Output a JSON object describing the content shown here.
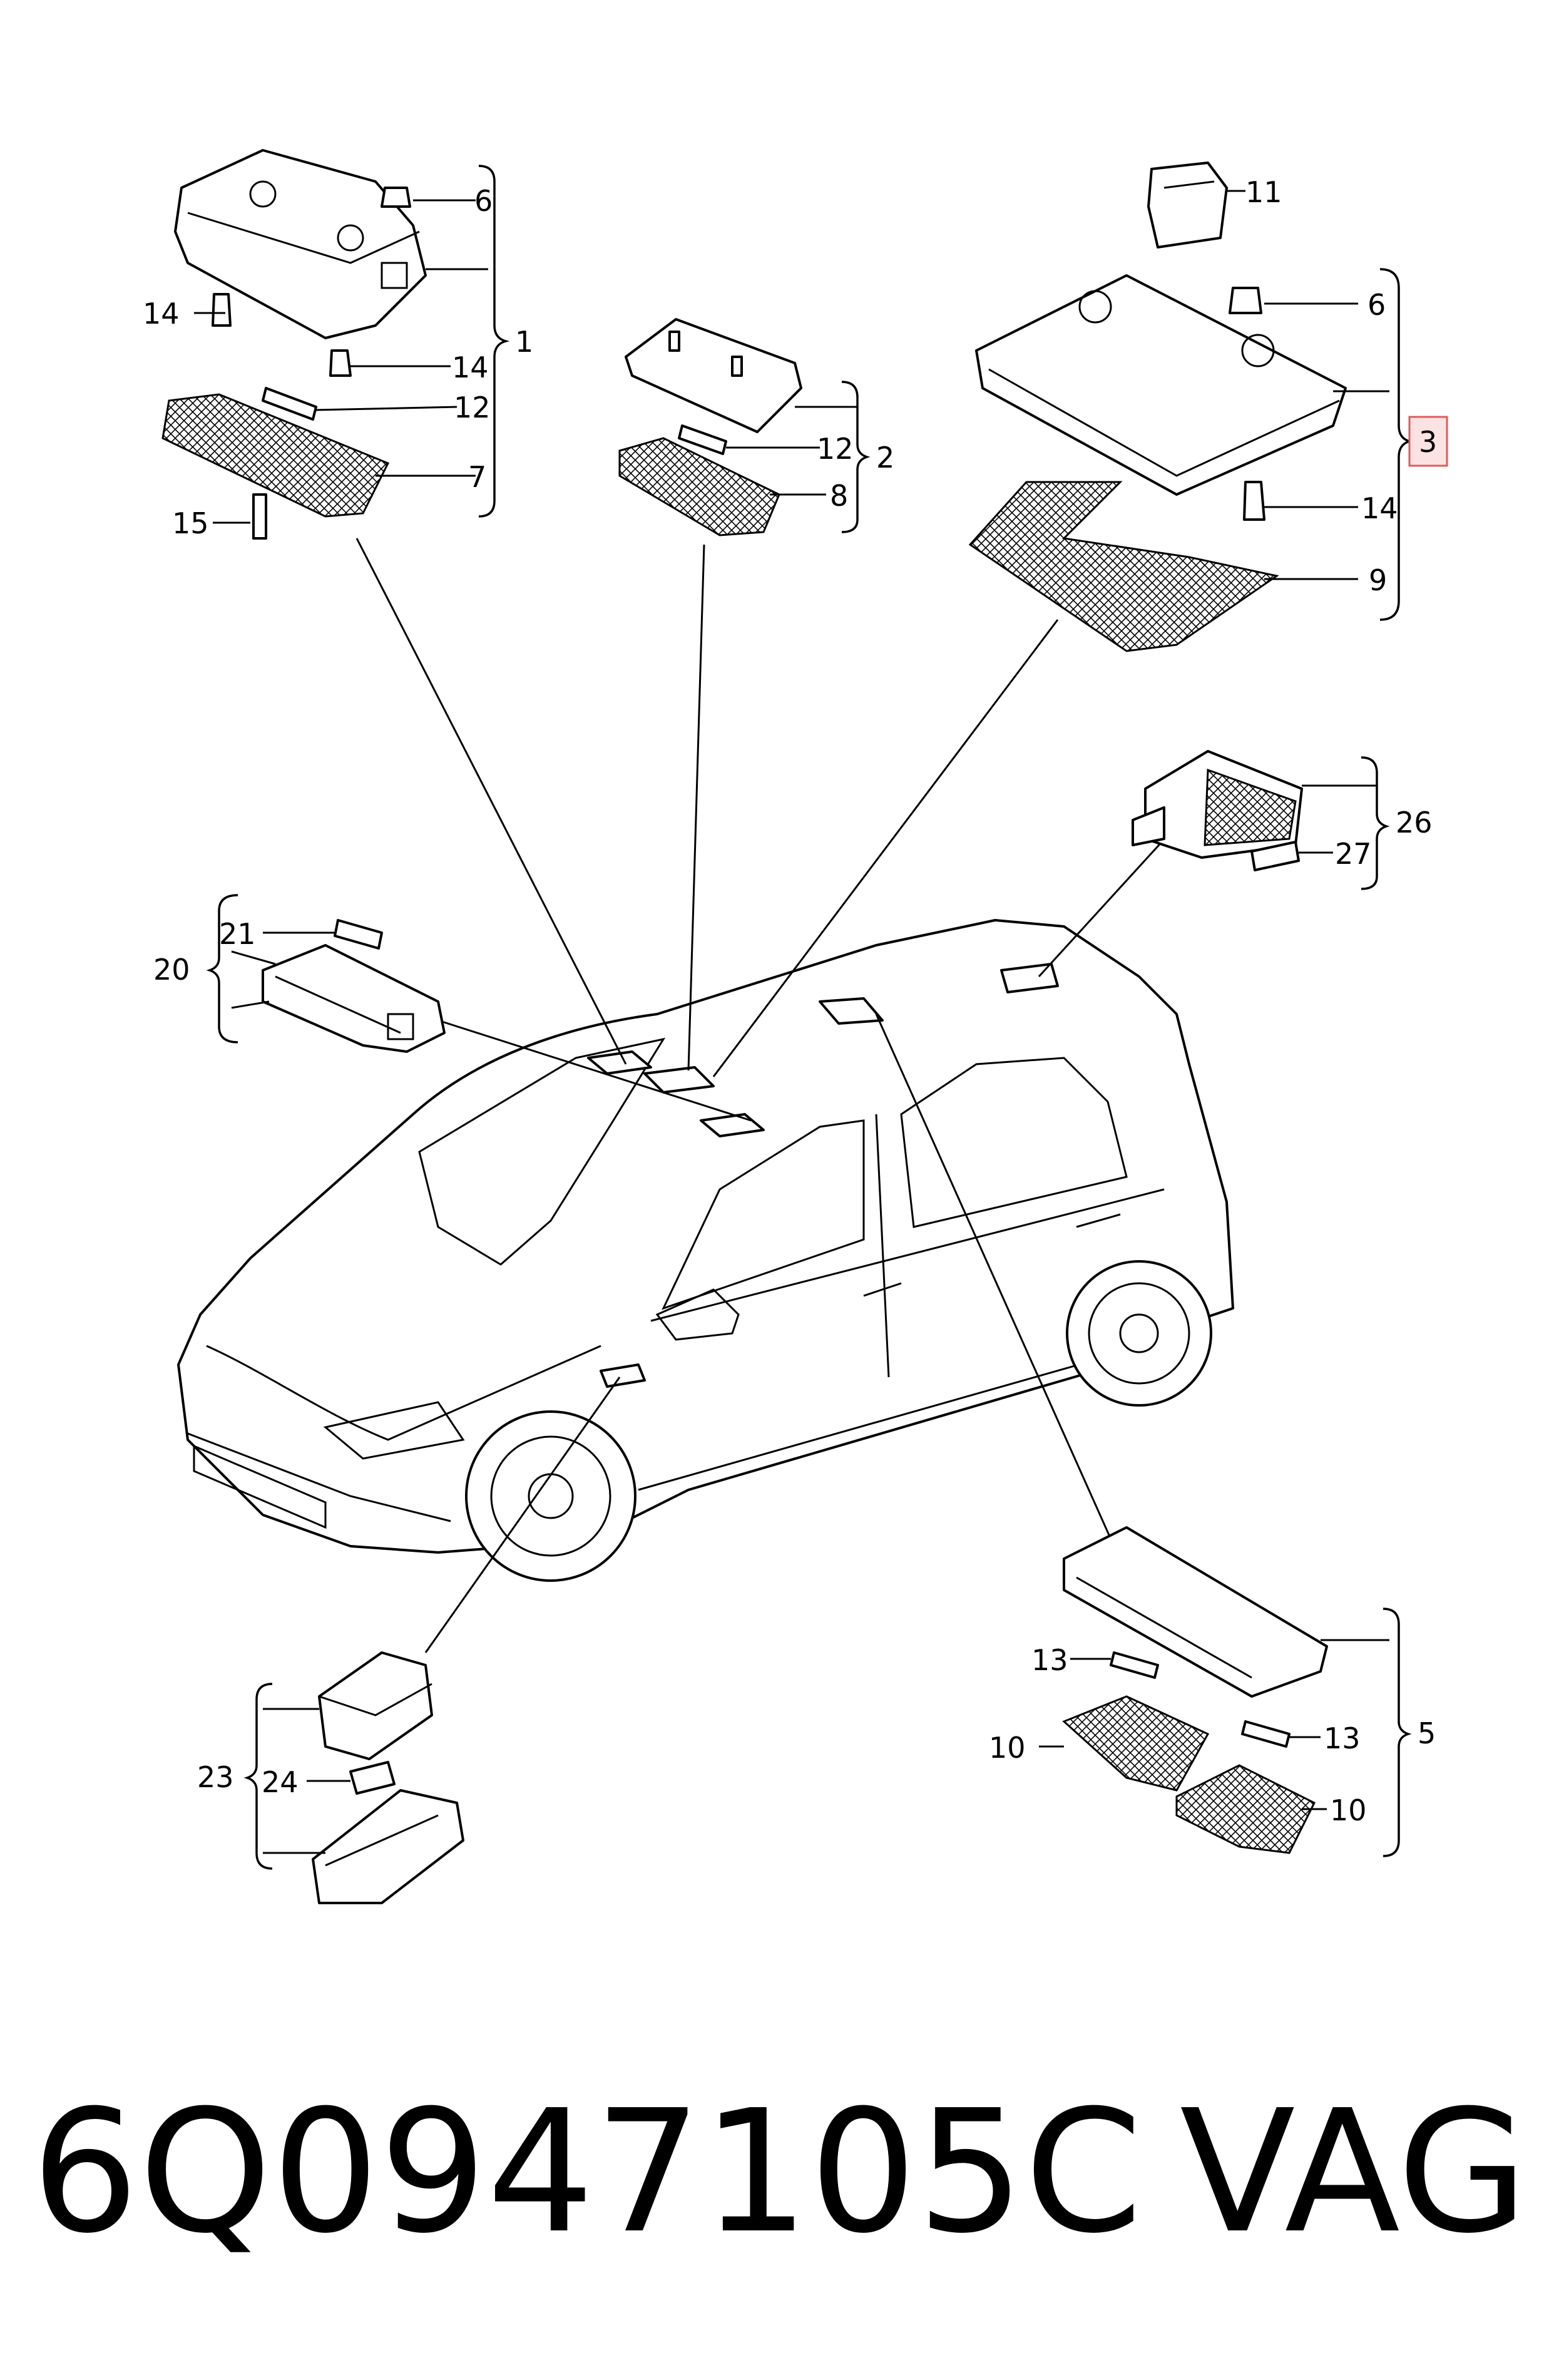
{
  "callouts": {
    "c1": "1",
    "c2": "2",
    "c3": "3",
    "c5": "5",
    "c6a": "6",
    "c6b": "6",
    "c7": "7",
    "c8": "8",
    "c9": "9",
    "c10a": "10",
    "c10b": "10",
    "c11": "11",
    "c12a": "12",
    "c12b": "12",
    "c13a": "13",
    "c13b": "13",
    "c14a": "14",
    "c14b": "14",
    "c14c": "14",
    "c15": "15",
    "c20": "20",
    "c21": "21",
    "c23": "23",
    "c24": "24",
    "c26": "26",
    "c27": "27"
  },
  "highlight_color": "#e05a5a",
  "footer": {
    "part_number": "6Q0947105C",
    "brand": "VAG"
  }
}
